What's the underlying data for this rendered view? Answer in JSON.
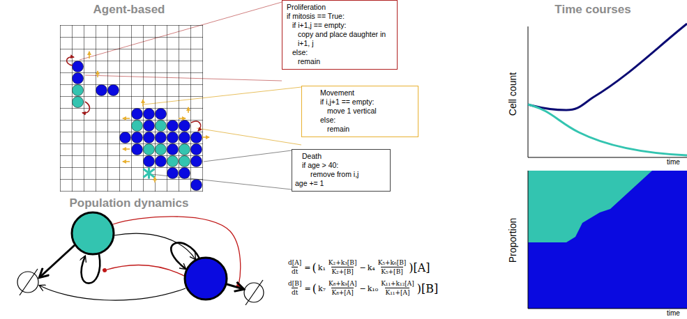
{
  "diagram": {
    "nodes": [
      {
        "text": [
          "Proliferation",
          "if mitosis == True:",
          "if i+1,j == empty:",
          "copy and place daughter in i+1, j",
          "else:",
          "remain"
        ]
      },
      {
        "text": [
          "Movement",
          "if i,j+1 == empty:",
          "move 1 vertical",
          "else:",
          "remain"
        ]
      },
      {
        "text": [
          "Death",
          "if age > 40:",
          "remove from i,j",
          "age += 1"
        ]
      }
    ],
    "labels": [
      "Agent-based",
      "Population dynamics",
      "Time courses",
      "Cell count",
      "time",
      "Proportion",
      "time",
      "d[A]",
      "dt",
      "=",
      "(",
      "k₁",
      "K₂+k₃[B]",
      "K₂+[B]",
      "−",
      "k₄",
      "K₅+k₆[B]",
      "K₅+[B]",
      ")[A]",
      "d[B]",
      "dt",
      "=",
      "(",
      "k₇",
      "K₈+k₉[A]",
      "K₈+[A]",
      "−",
      "k₁₀",
      "K₁₁+k₁₂[A]",
      "K₁₁+[A]",
      ")[B]"
    ]
  }
}
